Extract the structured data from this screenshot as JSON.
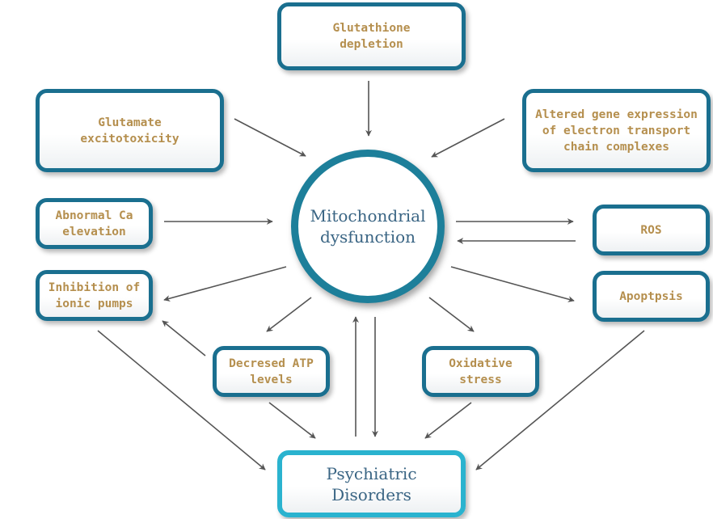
{
  "center": {
    "label": "Mitochondrial\ndysfunction"
  },
  "outcome": {
    "label": "Psychiatric\nDisorders"
  },
  "nodes": {
    "glutathione": "Glutathione\ndepletion",
    "glutamate": "Glutamate\nexcitotoxicity",
    "gene_expression": "Altered gene expression\nof electron transport\nchain complexes",
    "calcium": "Abnormal Ca\nelevation",
    "ionic_pumps": "Inhibition of\nionic pumps",
    "ros": "ROS",
    "apoptosis": "Apoptpsis",
    "atp": "Decresed ATP\nlevels",
    "oxidative": "Oxidative\nstress"
  },
  "colors": {
    "border": "#1f7f98",
    "text": "#b58f4e",
    "title": "#3a6584",
    "arrow": "#555555"
  }
}
